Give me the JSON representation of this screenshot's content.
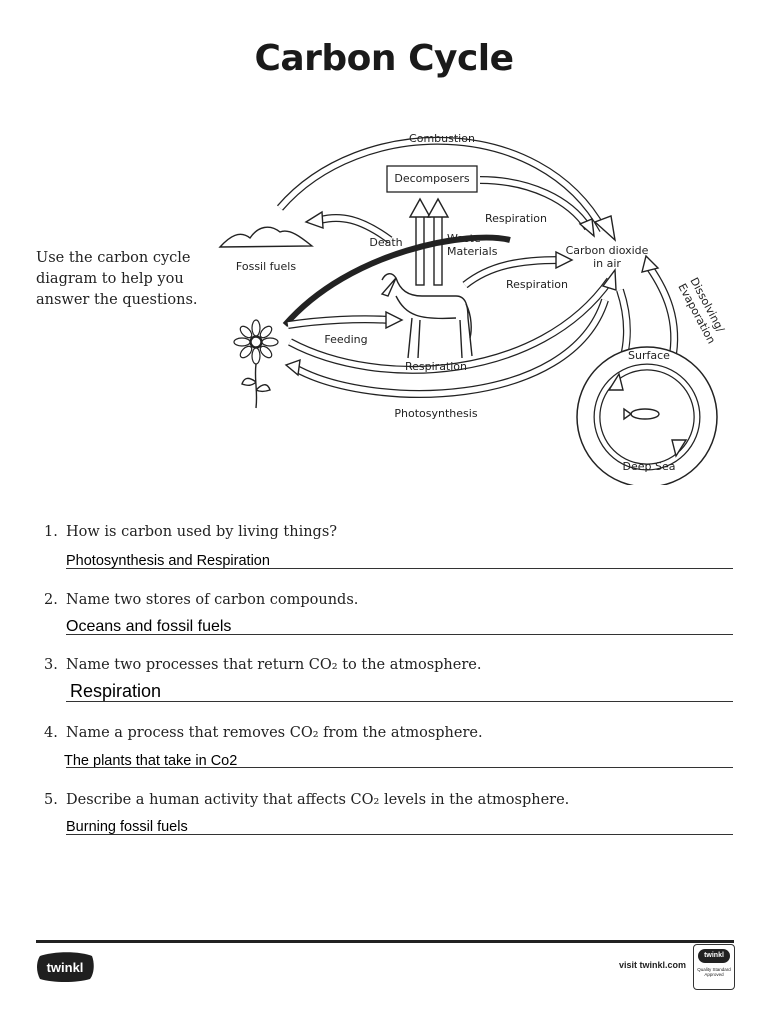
{
  "title": "Carbon Cycle",
  "instruction": "Use the carbon cycle diagram to help you answer the questions.",
  "diagram": {
    "labels": {
      "combustion": "Combustion",
      "decomposers": "Decomposers",
      "respiration_top": "Respiration",
      "death": "Death",
      "waste": "Waste",
      "materials": "Materials",
      "co2_line1": "Carbon dioxide",
      "co2_line2": "in air",
      "fossil_fuels": "Fossil fuels",
      "respiration_mid": "Respiration",
      "dissolving": "Dissolving/",
      "evaporation": "Evaporation",
      "feeding": "Feeding",
      "respiration_horse": "Respiration",
      "surface": "Surface",
      "photosynthesis": "Photosynthesis",
      "deep_sea": "Deep Sea"
    }
  },
  "questions": [
    {
      "num": "1.",
      "text": "How is carbon used by living things?",
      "answer": "Photosynthesis and Respiration"
    },
    {
      "num": "2.",
      "text": "Name two stores of carbon compounds.",
      "answer": "Oceans and fossil fuels"
    },
    {
      "num": "3.",
      "text": "Name two processes that return CO₂ to the atmosphere.",
      "answer": "Respiration"
    },
    {
      "num": "4.",
      "text": "Name a process that removes CO₂ from the atmosphere.",
      "answer": "The plants that take in Co2"
    },
    {
      "num": "5.",
      "text": "Describe a human activity that affects CO₂ levels in the atmosphere.",
      "answer": "Burning fossil fuels"
    }
  ],
  "footer": {
    "logo_text": "twinkl",
    "visit": "visit twinkl.com",
    "badge_brand": "twinkl",
    "badge_text": "Quality Standard Approved"
  }
}
